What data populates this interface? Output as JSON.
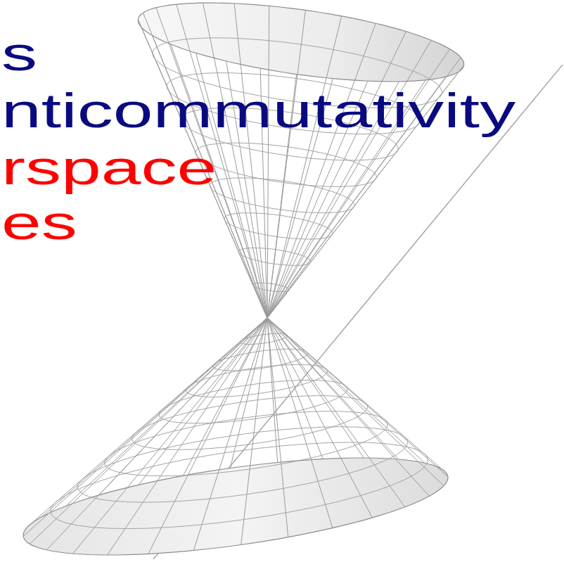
{
  "diagram": {
    "labels": [
      "s",
      "nticommutativity",
      "rspace",
      "es"
    ]
  }
}
